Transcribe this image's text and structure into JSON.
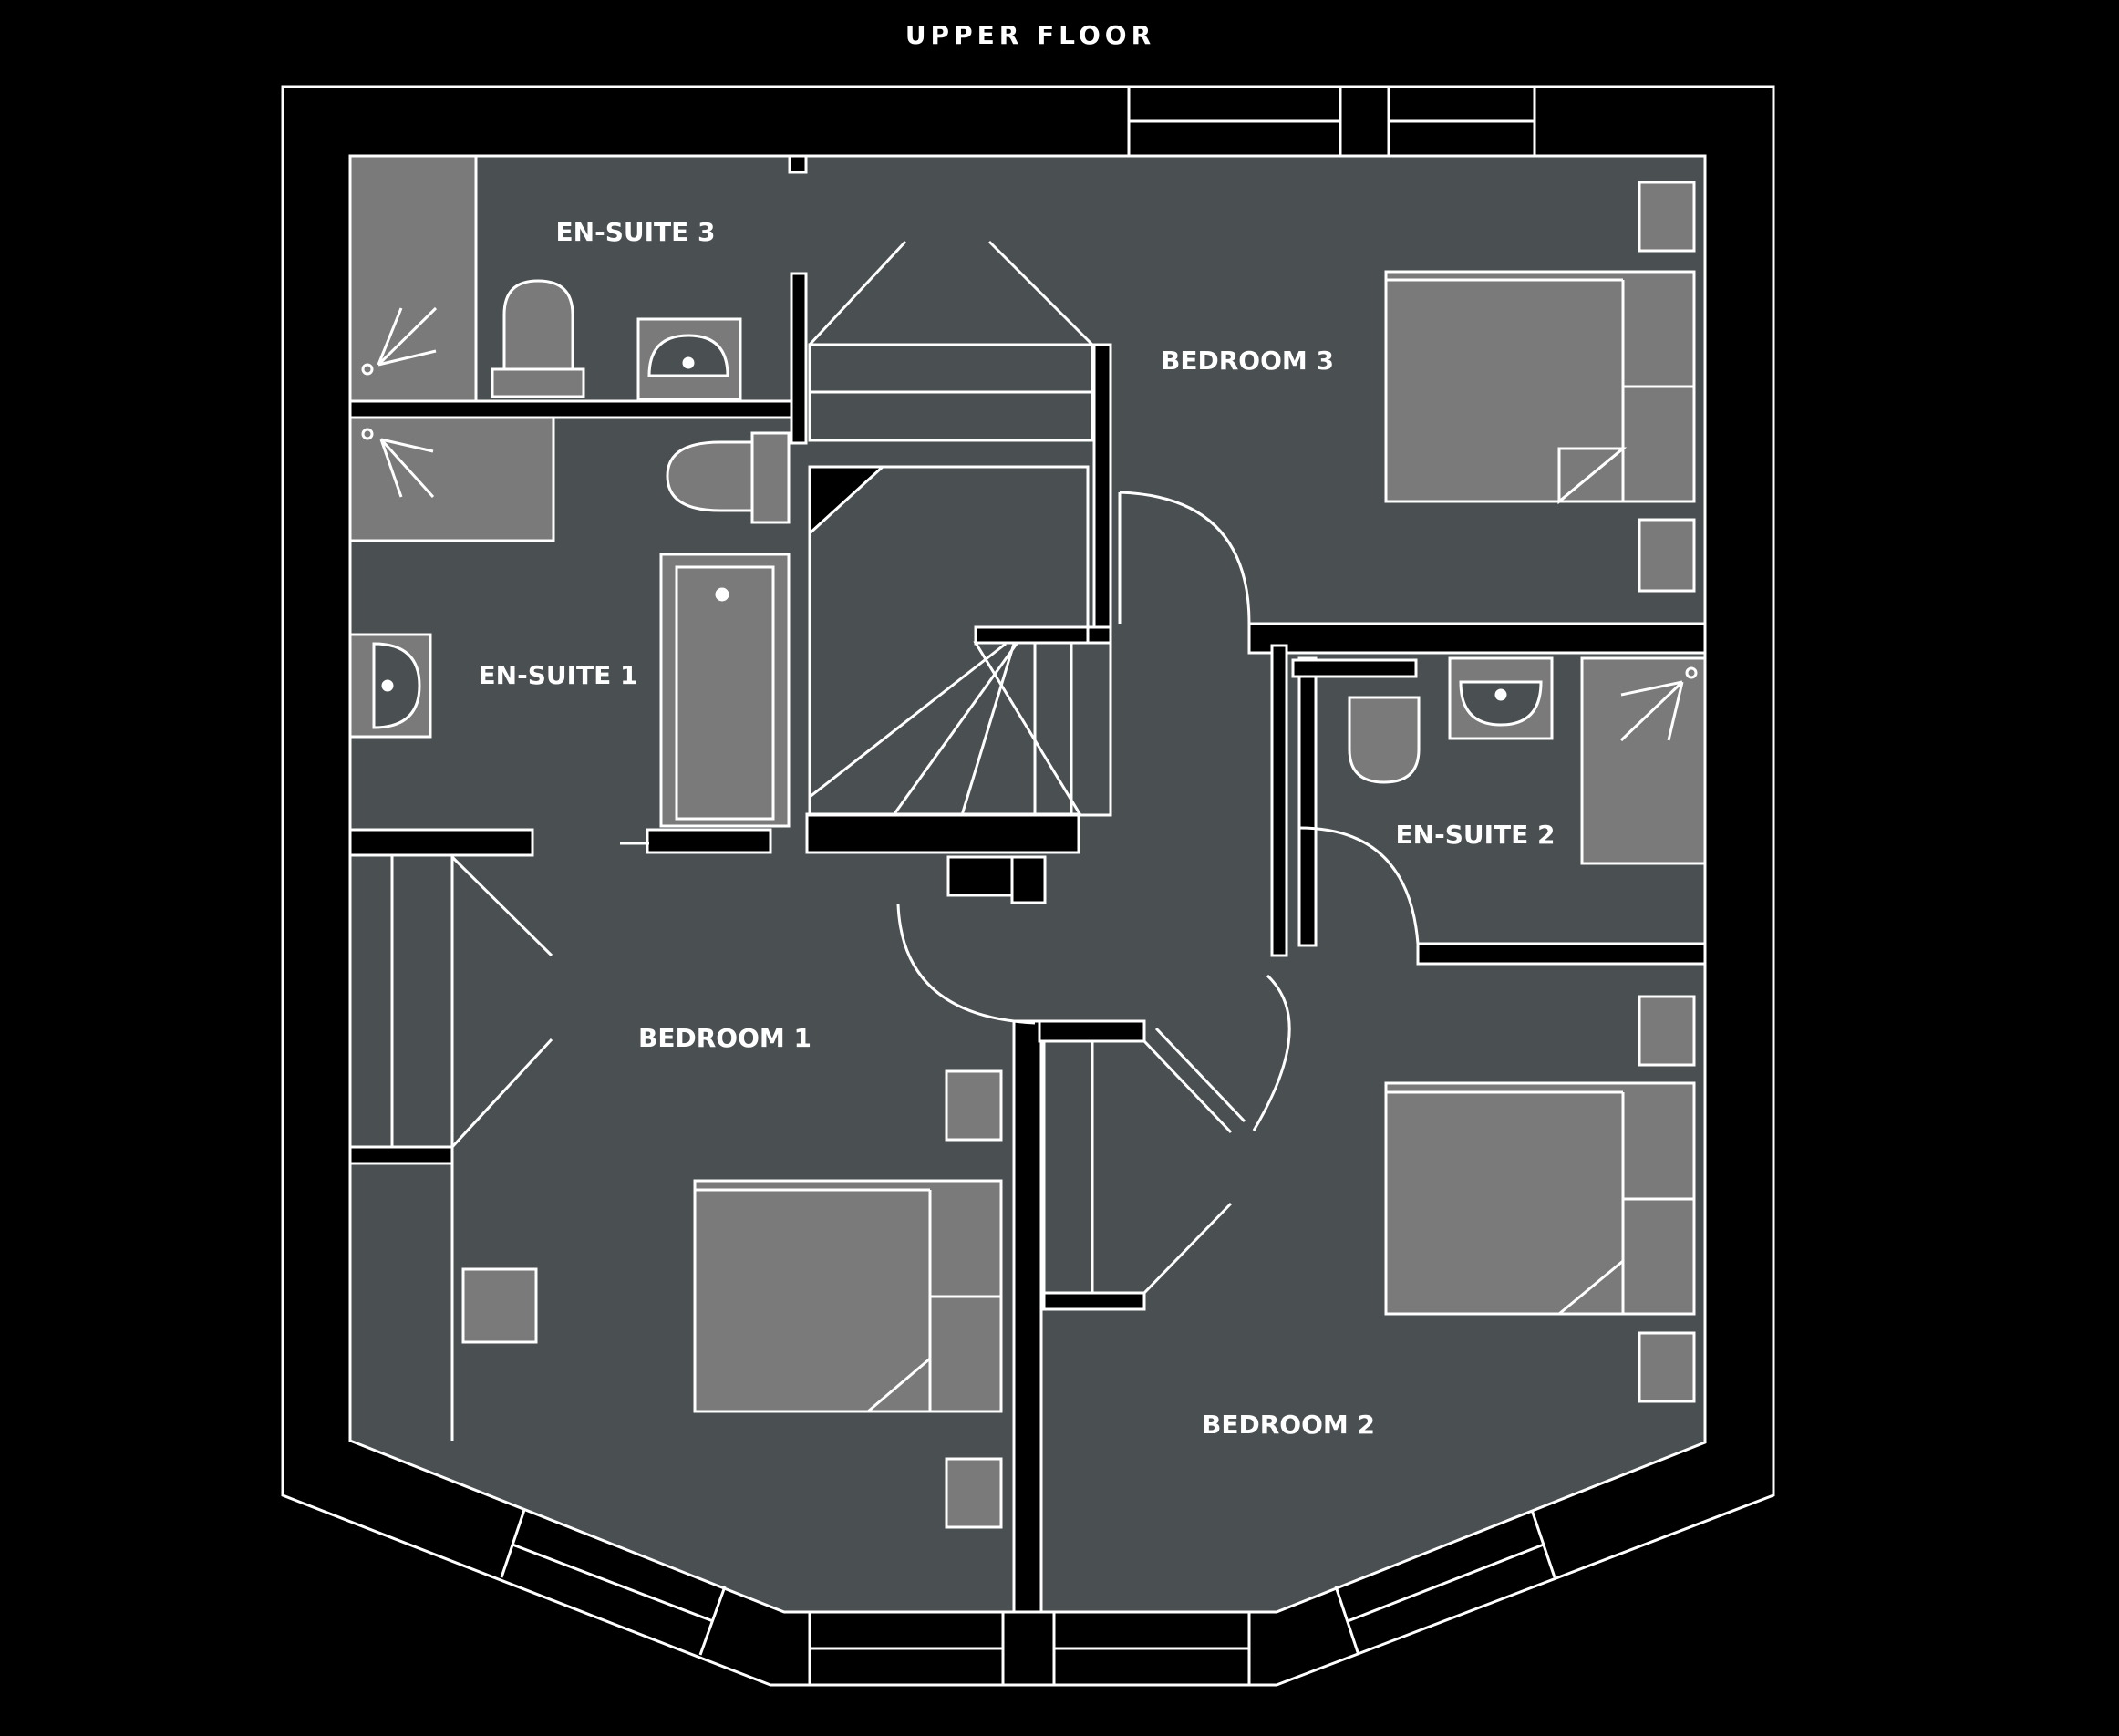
{
  "title": "UPPER FLOOR",
  "rooms": [
    {
      "id": "en-suite-3",
      "label": "EN-SUITE 3"
    },
    {
      "id": "bedroom-3",
      "label": "BEDROOM 3"
    },
    {
      "id": "en-suite-1",
      "label": "EN-SUITE 1"
    },
    {
      "id": "en-suite-2",
      "label": "EN-SUITE 2"
    },
    {
      "id": "bedroom-1",
      "label": "BEDROOM 1"
    },
    {
      "id": "bedroom-2",
      "label": "BEDROOM 2"
    }
  ],
  "colors": {
    "background": "#000000",
    "floor": "#4a4f52",
    "fixture": "#7a7a7a",
    "line": "#ffffff"
  }
}
